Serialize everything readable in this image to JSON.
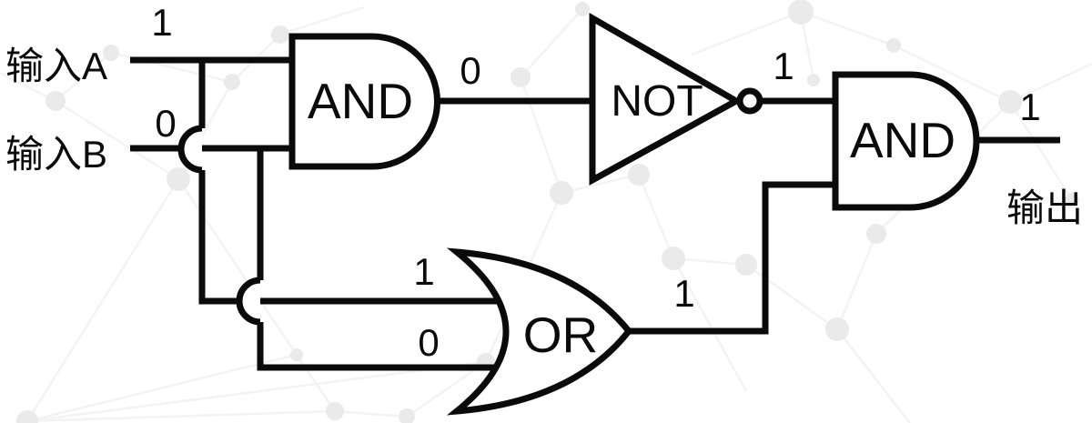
{
  "diagram": {
    "inputs": {
      "a": {
        "label": "输入A",
        "value": "1"
      },
      "b": {
        "label": "输入B",
        "value": "0"
      }
    },
    "gates": {
      "and1": {
        "label": "AND",
        "output_value": "0"
      },
      "not1": {
        "label": "NOT",
        "output_value": "1"
      },
      "or1": {
        "label": "OR",
        "input_top_value": "1",
        "input_bottom_value": "0",
        "output_value": "1"
      },
      "and2": {
        "label": "AND",
        "output_value": "1"
      }
    },
    "output": {
      "label": "输出",
      "value": "1"
    },
    "colors": {
      "ink": "#0a0a0a",
      "background": "#ffffff",
      "pattern_dot": "#eaeaea",
      "pattern_line": "#f3f3f3"
    }
  }
}
